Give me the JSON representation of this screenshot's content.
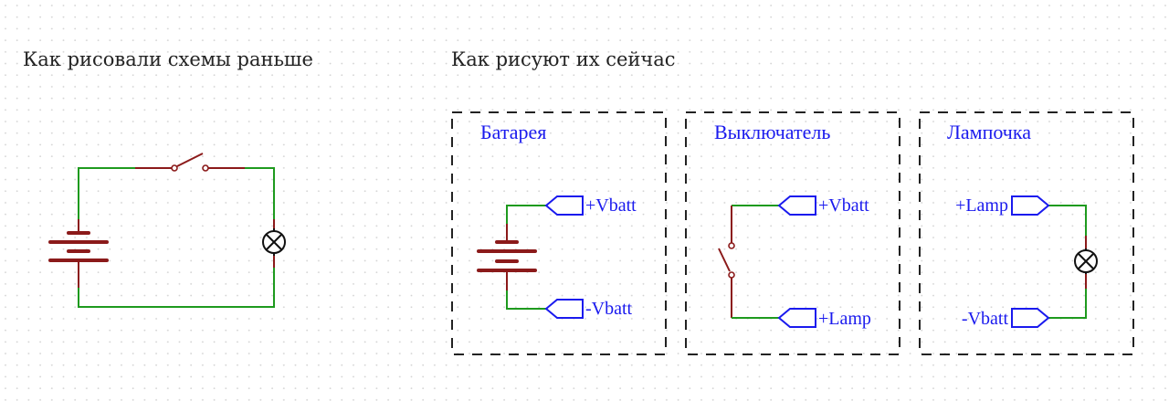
{
  "titles": {
    "old": "Как рисовали схемы раньше",
    "new": "Как рисуют их сейчас"
  },
  "blocks": [
    {
      "label": "Батарея",
      "nets": [
        "+Vbatt",
        "-Vbatt"
      ]
    },
    {
      "label": "Выключатель",
      "nets": [
        "+Vbatt",
        "+Lamp"
      ]
    },
    {
      "label": "Лампочка",
      "nets": [
        "+Lamp",
        "-Vbatt"
      ]
    }
  ],
  "colors": {
    "wire": "#1e9a1e",
    "component": "#8b1a1a",
    "label": "#1a1aee"
  }
}
